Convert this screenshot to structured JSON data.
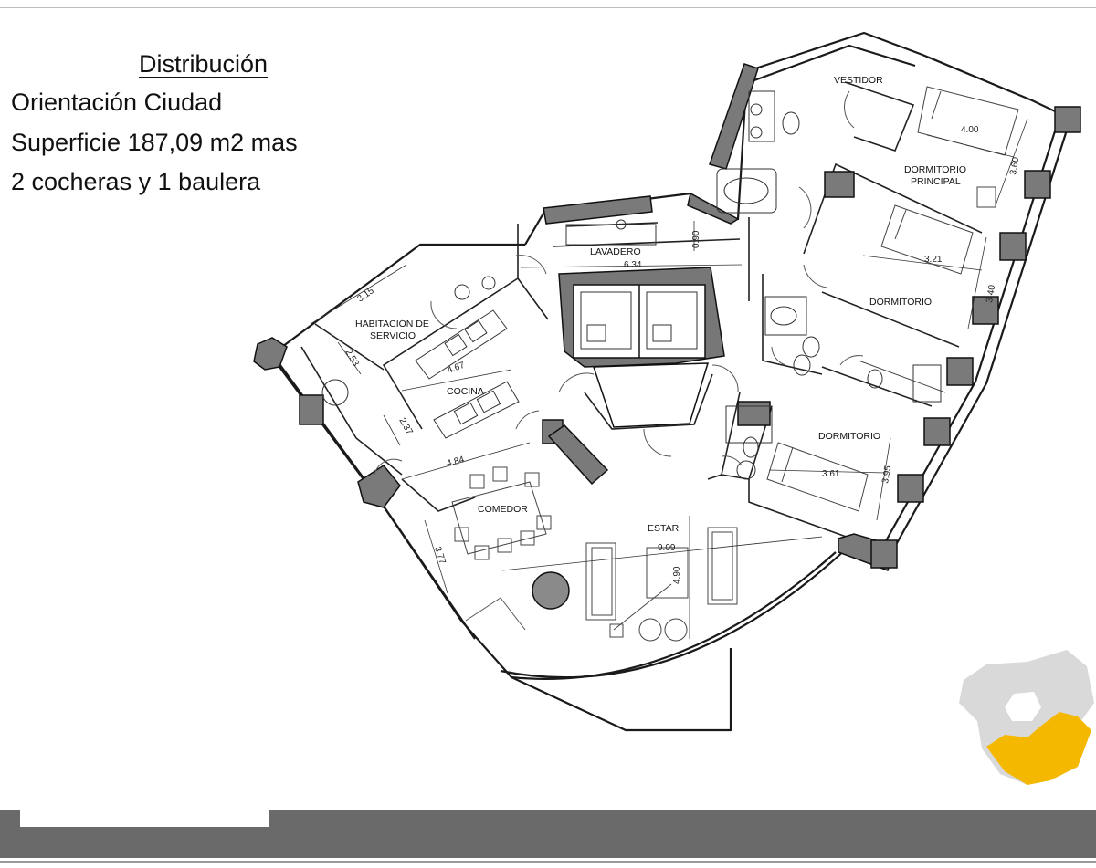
{
  "header": {
    "title": "Distribución",
    "orientation": "Orientación Ciudad",
    "surface": "Superficie 187,09 m2 mas",
    "extras": "2 cocheras y 1 baulera"
  },
  "rooms": {
    "vestidor": "VESTIDOR",
    "dormitorio_principal_1": "DORMITORIO",
    "dormitorio_principal_2": "PRINCIPAL",
    "lavadero": "LAVADERO",
    "habitacion_servicio_1": "HABITACIÓN DE",
    "habitacion_servicio_2": "SERVICIO",
    "dormitorio_2": "DORMITORIO",
    "cocina": "COCINA",
    "dormitorio_3": "DORMITORIO",
    "comedor": "COMEDOR",
    "estar": "ESTAR"
  },
  "dimensions": {
    "ppal_w": "4.00",
    "ppal_h": "3.60",
    "lav_w": "6.34",
    "lav_h": "0.90",
    "dorm2_w": "3.21",
    "dorm2_h": "3.40",
    "serv_w": "3.15",
    "serv_h": "2.53",
    "cocina_w": "4.67",
    "cocina_h": "2.37",
    "comedor_w": "4.84",
    "comedor_h": "3.77",
    "dorm3_w": "3.61",
    "dorm3_h": "3.95",
    "estar_w": "9.09",
    "estar_h": "4.90"
  },
  "colors": {
    "wall": "#1a1a1a",
    "column": "#7a7a7a",
    "key_plan_highlight": "#f5b800",
    "key_plan_rest": "#d9d9d9",
    "footer_bar": "#6a6a6a"
  }
}
